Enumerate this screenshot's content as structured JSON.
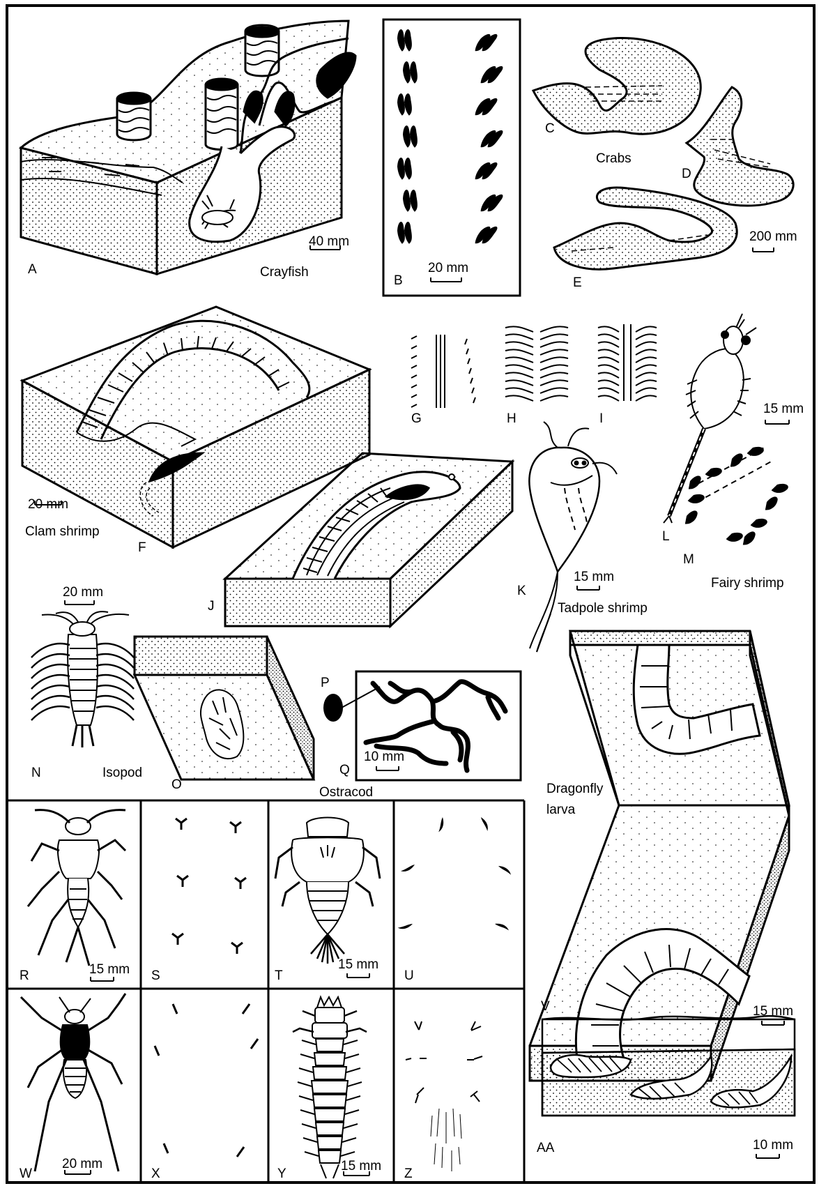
{
  "panels": {
    "A": {
      "letter": "A",
      "name": "Crayfish",
      "scale": "40 mm"
    },
    "B": {
      "letter": "B",
      "scale": "20 mm"
    },
    "C": {
      "letter": "C"
    },
    "D": {
      "letter": "D"
    },
    "E": {
      "letter": "E",
      "scale": "200 mm"
    },
    "crabs": {
      "name": "Crabs"
    },
    "F": {
      "letter": "F",
      "name": "Clam shrimp",
      "scale": "20 mm"
    },
    "G": {
      "letter": "G"
    },
    "H": {
      "letter": "H"
    },
    "I": {
      "letter": "I"
    },
    "J": {
      "letter": "J"
    },
    "K": {
      "letter": "K",
      "scale": "15 mm",
      "name": "Tadpole shrimp"
    },
    "L": {
      "letter": "L",
      "scale": "15 mm"
    },
    "M": {
      "letter": "M",
      "name": "Fairy shrimp"
    },
    "N": {
      "letter": "N",
      "name": "Isopod",
      "scale": "20 mm"
    },
    "O": {
      "letter": "O"
    },
    "P": {
      "letter": "P"
    },
    "Q": {
      "letter": "Q",
      "scale": "10 mm"
    },
    "ostracod": {
      "name": "Ostracod"
    },
    "R": {
      "letter": "R",
      "scale": "15 mm"
    },
    "S": {
      "letter": "S"
    },
    "T": {
      "letter": "T",
      "scale": "15 mm"
    },
    "U": {
      "letter": "U"
    },
    "V": {
      "letter": "V",
      "name_line1": "Dragonfly",
      "name_line2": "larva",
      "scale": "15 mm"
    },
    "W": {
      "letter": "W",
      "scale": "20 mm"
    },
    "X": {
      "letter": "X"
    },
    "Y": {
      "letter": "Y",
      "scale": "15 mm"
    },
    "Z": {
      "letter": "Z"
    },
    "AA": {
      "letter": "AA",
      "scale": "10 mm"
    }
  }
}
